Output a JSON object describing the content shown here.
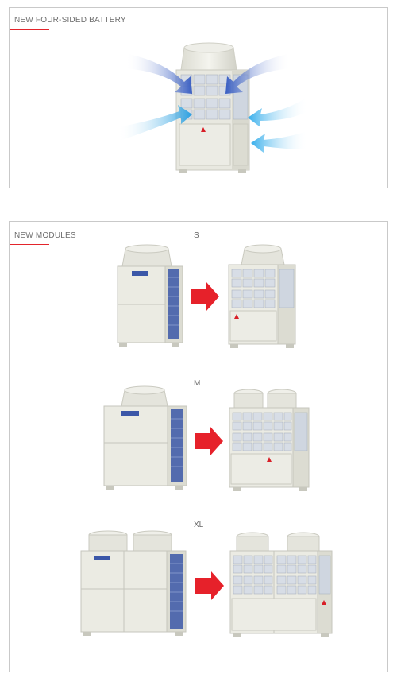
{
  "section_battery": {
    "title": "NEW FOUR-SIDED BATTERY"
  },
  "section_modules": {
    "title": "NEW MODULES",
    "sizes": [
      {
        "label": "S"
      },
      {
        "label": "M"
      },
      {
        "label": "XL"
      }
    ]
  },
  "colors": {
    "accent_red": "#e3242b",
    "arrow_red": "#e6212a",
    "airflow_blue": "#2f64c8",
    "airflow_cyan": "#35a8e8",
    "unit_body": "#ebebe3",
    "coil_blue": "#3b57a8"
  }
}
